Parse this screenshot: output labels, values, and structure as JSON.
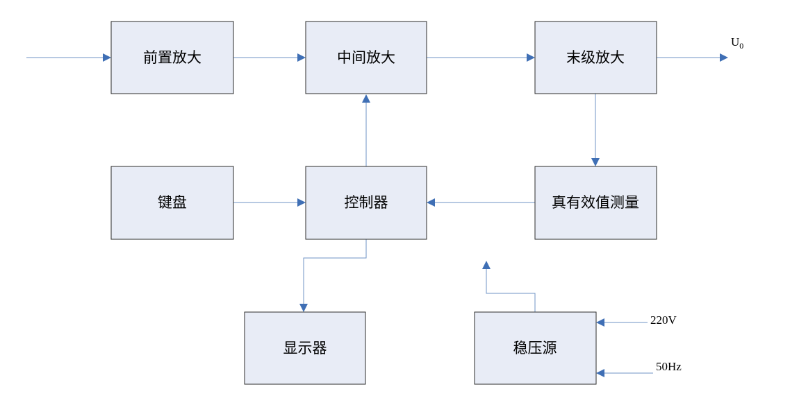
{
  "blocks": {
    "preamp": "前置放大",
    "mid_amp": "中间放大",
    "final_amp": "末级放大",
    "keyboard": "键盘",
    "controller": "控制器",
    "rms_measure": "真有效值测量",
    "display": "显示器",
    "regulated_supply": "稳压源"
  },
  "labels": {
    "output_main": "U",
    "output_sub": "0",
    "voltage": "220V",
    "frequency": "50Hz"
  },
  "colors": {
    "box_fill": "#e8ecf6",
    "box_stroke": "#2b2b2b",
    "connector": "#6f93c4",
    "arrowhead": "#3f6fb5"
  }
}
